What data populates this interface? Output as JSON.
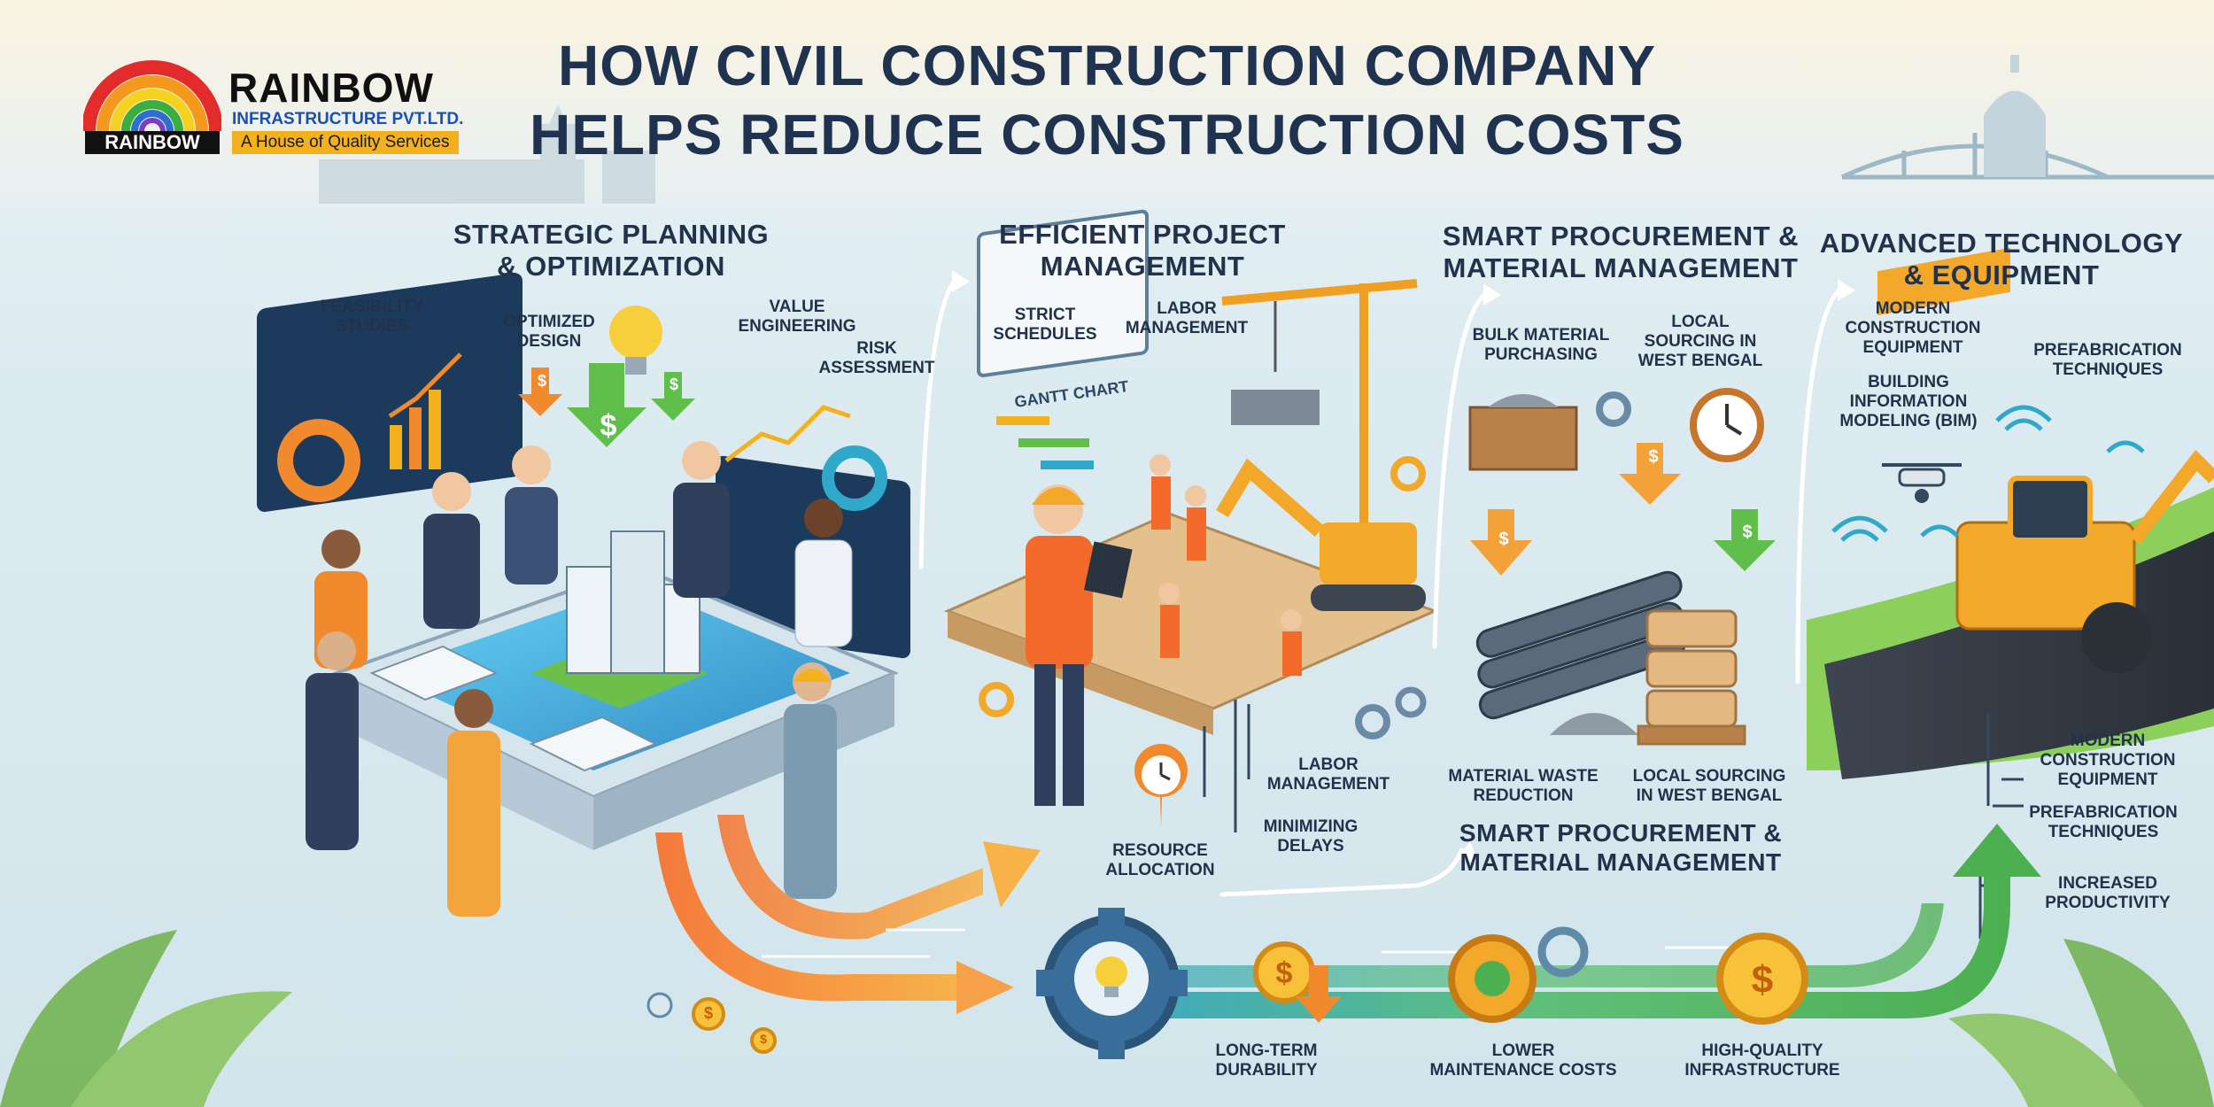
{
  "brand": {
    "logo_word": "RAINBOW",
    "name": "RAINBOW",
    "subtitle": "INFRASTRUCTURE PVT.LTD.",
    "tagline": "A House of Quality Services"
  },
  "title": {
    "line1": "HOW CIVIL CONSTRUCTION COMPANY",
    "line2": "HELPS REDUCE CONSTRUCTION COSTS"
  },
  "sections": {
    "planning": {
      "heading1": "STRATEGIC PLANNING",
      "heading2": "& OPTIMIZATION",
      "feasibility1": "FEASIBILITY",
      "feasibility2": "STUDIES",
      "design1": "OPTIMIZED",
      "design2": "DESIGN",
      "value1": "VALUE",
      "value2": "ENGINEERING",
      "risk1": "RISK",
      "risk2": "ASSESSMENT"
    },
    "project": {
      "heading1": "EFFICIENT PROJECT",
      "heading2": "MANAGEMENT",
      "strict1": "STRICT",
      "strict2": "SCHEDULES",
      "labor_top1": "LABOR",
      "labor_top2": "MANAGEMENT",
      "gantt": "GANTT CHART",
      "labor_bottom1": "LABOR",
      "labor_bottom2": "MANAGEMENT",
      "resource1": "RESOURCE",
      "resource2": "ALLOCATION",
      "delays1": "MINIMIZING",
      "delays2": "DELAYS"
    },
    "procurement": {
      "heading1": "SMART PROCUREMENT &",
      "heading2": "MATERIAL MANAGEMENT",
      "bulk1": "BULK MATERIAL",
      "bulk2": "PURCHASING",
      "local_top1": "LOCAL",
      "local_top2": "SOURCING IN",
      "local_top3": "WEST BENGAL",
      "waste1": "MATERIAL WASTE",
      "waste2": "REDUCTION",
      "local_bottom1": "LOCAL SOURCING",
      "local_bottom2": "IN WEST BENGAL",
      "heading_repeat1": "SMART PROCUREMENT &",
      "heading_repeat2": "MATERIAL MANAGEMENT"
    },
    "technology": {
      "heading1": "ADVANCED TECHNOLOGY",
      "heading2": "& EQUIPMENT",
      "modern_top1": "MODERN",
      "modern_top2": "CONSTRUCTION",
      "modern_top3": "EQUIPMENT",
      "prefab_top1": "PREFABRICATION",
      "prefab_top2": "TECHNIQUES",
      "bim1": "BUILDING",
      "bim2": "INFORMATION",
      "bim3": "MODELING (BIM)",
      "modern_bottom1": "MODERN",
      "modern_bottom2": "CONSTRUCTION",
      "modern_bottom3": "EQUIPMENT",
      "prefab_bottom1": "PREFABRICATION",
      "prefab_bottom2": "TECHNIQUES",
      "productivity1": "INCREASED",
      "productivity2": "PRODUCTIVITY"
    },
    "outcomes": {
      "durability1": "LONG-TERM",
      "durability2": "DURABILITY",
      "maintenance1": "LOWER",
      "maintenance2": "MAINTENANCE COSTS",
      "quality1": "HIGH-QUALITY",
      "quality2": "INFRASTRUCTURE"
    }
  },
  "icons": {
    "currency": "$"
  },
  "colors": {
    "title": "#1f3350",
    "brand_blue": "#1a4fb5",
    "brand_yellow": "#f3b21d",
    "orange": "#f08a2c",
    "green": "#4caf50",
    "teal": "#2fa8c9",
    "text": "#22324a"
  }
}
